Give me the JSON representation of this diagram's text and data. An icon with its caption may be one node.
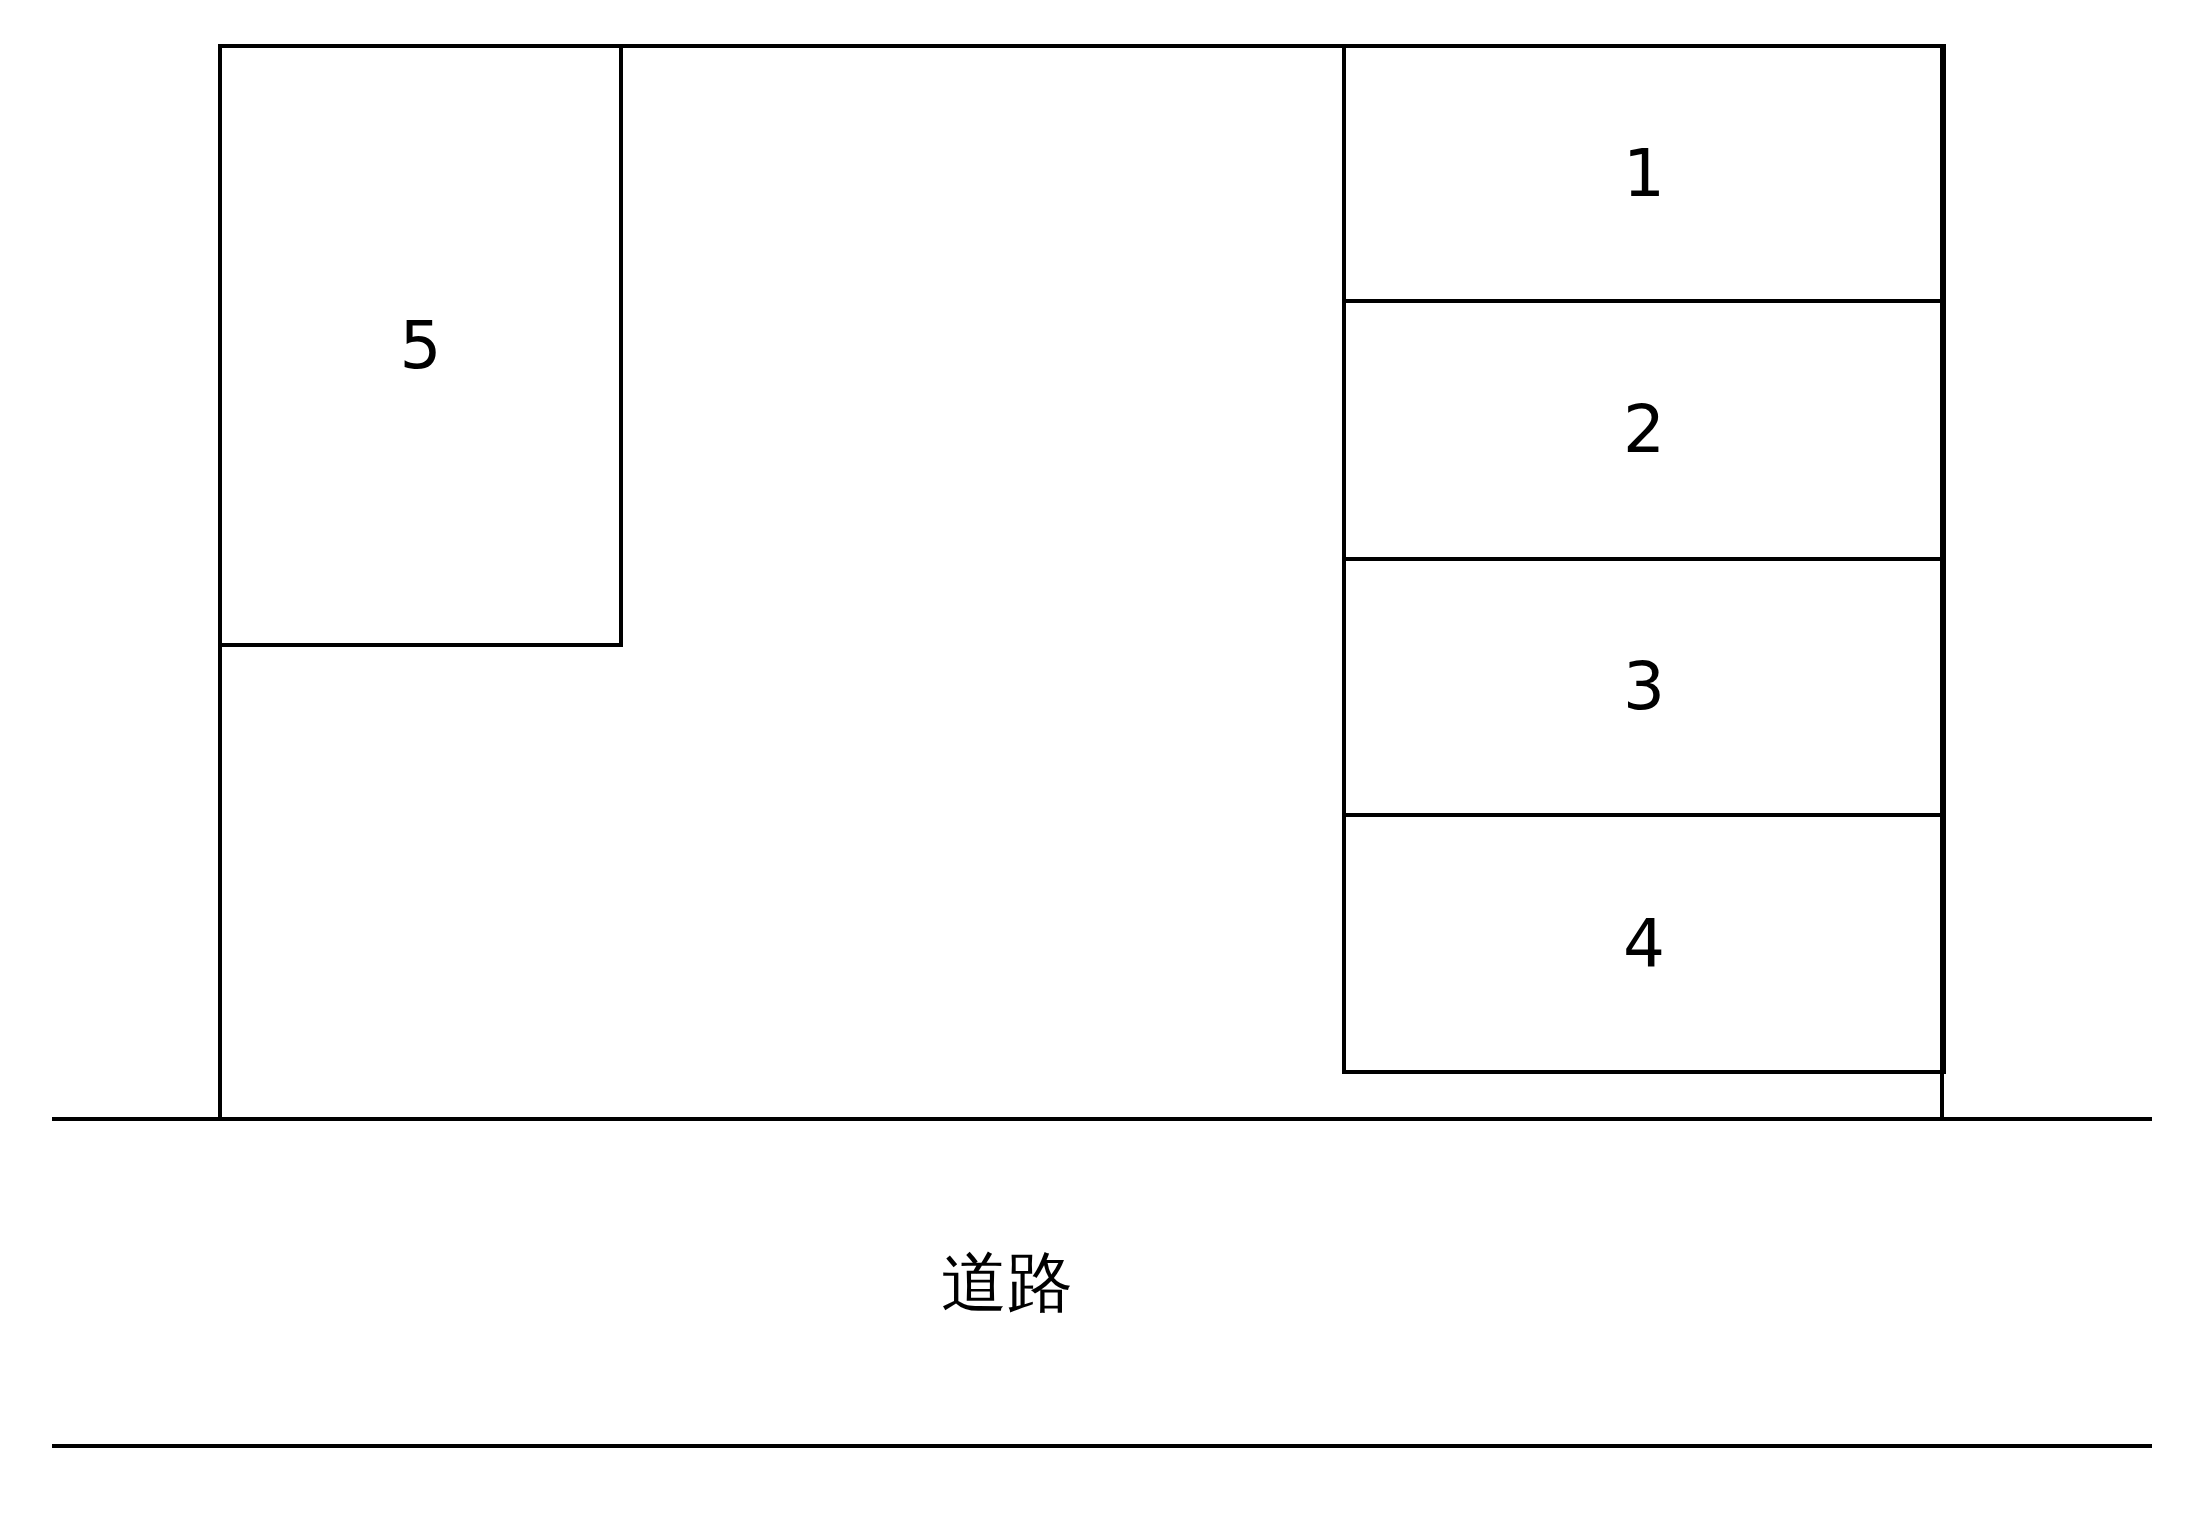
{
  "diagram": {
    "nodes": [
      {
        "text": [],
        "shape": "box"
      },
      {
        "text": [
          "5"
        ],
        "in": 0
      },
      {
        "text": [
          "1"
        ],
        "in": 0
      },
      {
        "text": [
          "2"
        ],
        "in": 0
      },
      {
        "text": [
          "3"
        ],
        "in": 0
      },
      {
        "text": [
          "4"
        ],
        "in": 0
      },
      {
        "text": [
          "道路"
        ]
      }
    ],
    "edges": []
  }
}
